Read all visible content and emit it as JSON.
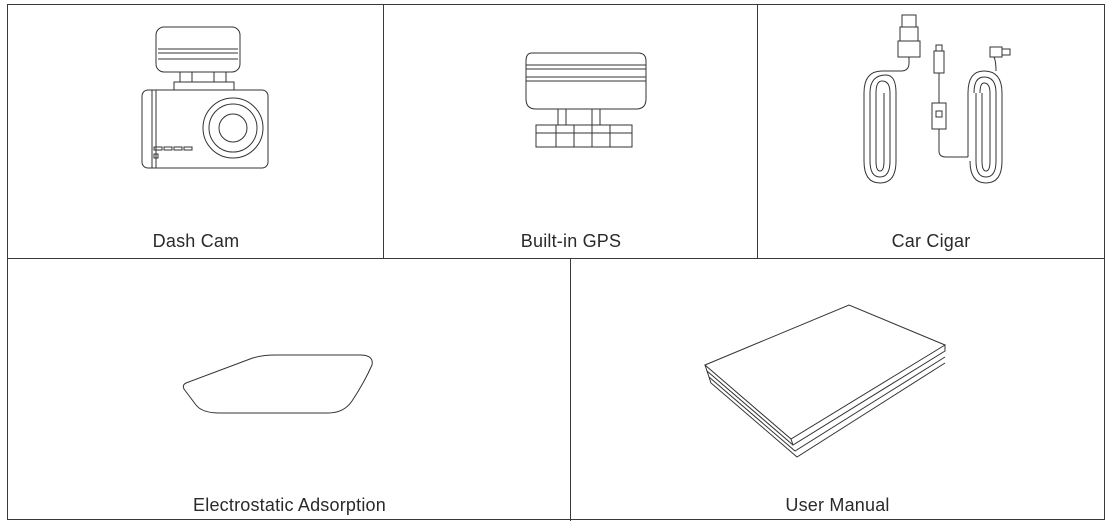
{
  "items": [
    {
      "label": "Dash Cam",
      "icon": "dash-cam-icon"
    },
    {
      "label": "Built-in GPS",
      "icon": "gps-module-icon"
    },
    {
      "label": "Car Cigar",
      "icon": "car-charger-cable-icon"
    },
    {
      "label": "Electrostatic Adsorption",
      "icon": "adhesive-sticker-icon"
    },
    {
      "label": "User Manual",
      "icon": "manual-booklet-icon"
    }
  ],
  "colors": {
    "line": "#3a3a3a",
    "text": "#2a2a2a"
  }
}
